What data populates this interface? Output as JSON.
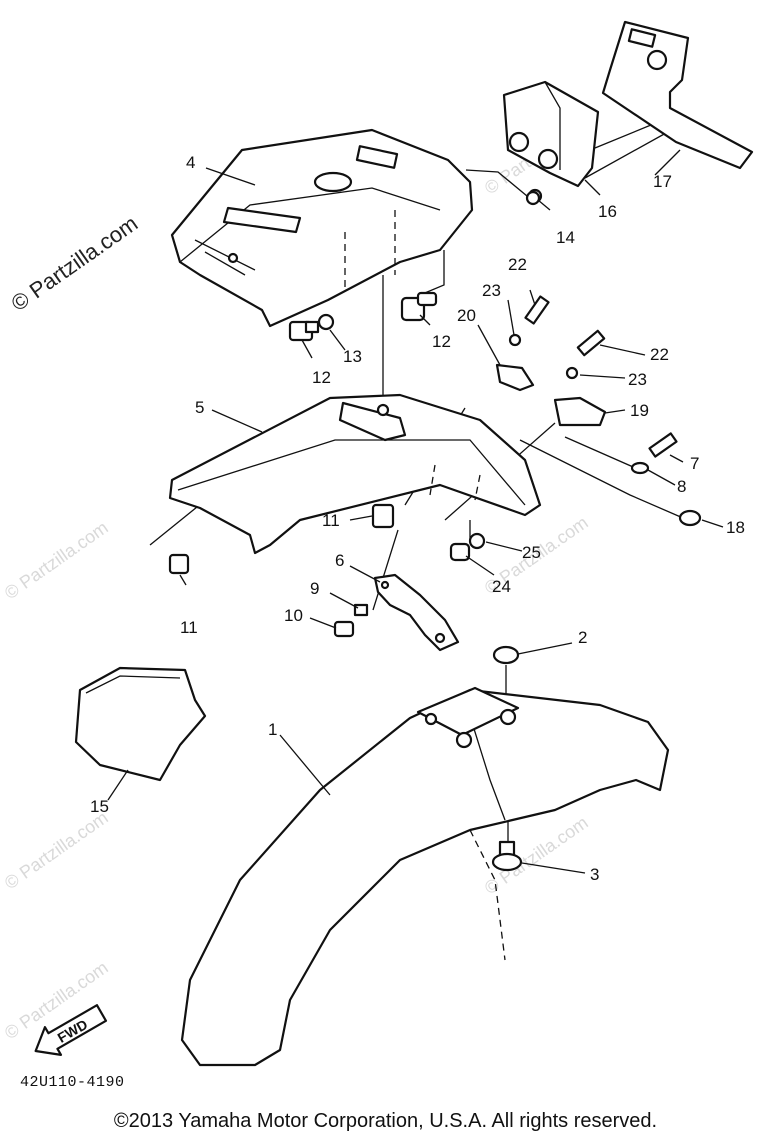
{
  "watermark": {
    "primary": "© Partzilla.com",
    "faint": "© Partzilla.com"
  },
  "diagram_code": "42U110-4190",
  "fwd_label": "FWD",
  "copyright": "©2013 Yamaha Motor Corporation, U.S.A. All rights reserved.",
  "callouts": [
    {
      "id": "1",
      "label": "1"
    },
    {
      "id": "2",
      "label": "2"
    },
    {
      "id": "3",
      "label": "3"
    },
    {
      "id": "4",
      "label": "4"
    },
    {
      "id": "5",
      "label": "5"
    },
    {
      "id": "6",
      "label": "6"
    },
    {
      "id": "7",
      "label": "7"
    },
    {
      "id": "8",
      "label": "8"
    },
    {
      "id": "9",
      "label": "9"
    },
    {
      "id": "10",
      "label": "10"
    },
    {
      "id": "11a",
      "label": "11"
    },
    {
      "id": "11b",
      "label": "11"
    },
    {
      "id": "12",
      "label": "12"
    },
    {
      "id": "13",
      "label": "13"
    },
    {
      "id": "14",
      "label": "14"
    },
    {
      "id": "15",
      "label": "15"
    },
    {
      "id": "16",
      "label": "16"
    },
    {
      "id": "17",
      "label": "17"
    },
    {
      "id": "18",
      "label": "18"
    },
    {
      "id": "19",
      "label": "19"
    },
    {
      "id": "20",
      "label": "20"
    },
    {
      "id": "21",
      "label": "21"
    },
    {
      "id": "22a",
      "label": "22"
    },
    {
      "id": "22b",
      "label": "22"
    },
    {
      "id": "23a",
      "label": "23"
    },
    {
      "id": "23b",
      "label": "23"
    },
    {
      "id": "24",
      "label": "24"
    },
    {
      "id": "25",
      "label": "25"
    }
  ]
}
